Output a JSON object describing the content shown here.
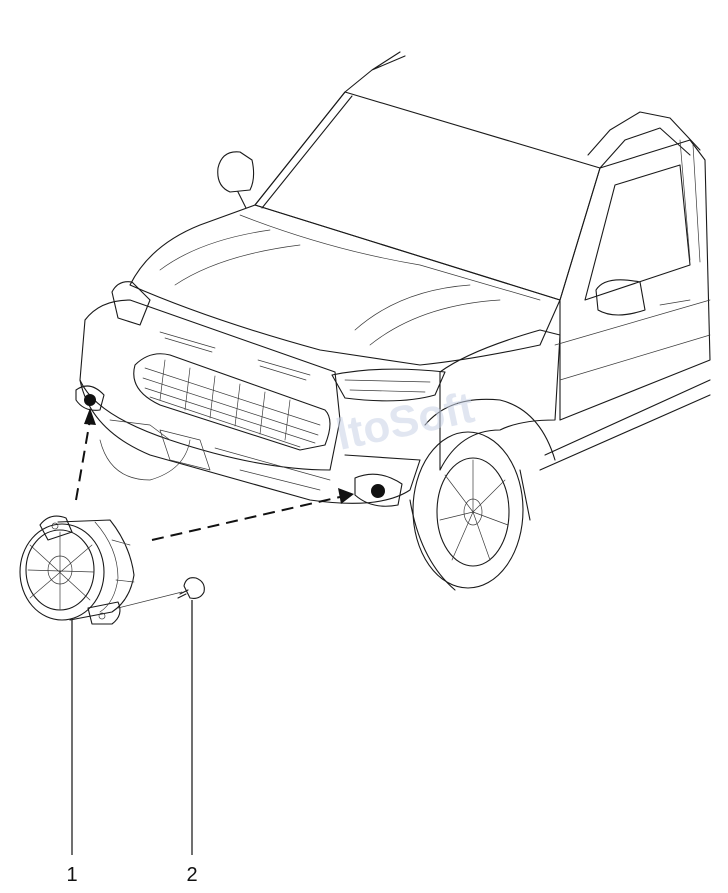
{
  "callouts": [
    {
      "id": "1",
      "label": "1"
    },
    {
      "id": "2",
      "label": "2"
    }
  ],
  "watermark": "ltoSoft",
  "colors": {
    "line": "#1a1a1a",
    "watermark": "#c9d3e6",
    "background": "#ffffff"
  }
}
